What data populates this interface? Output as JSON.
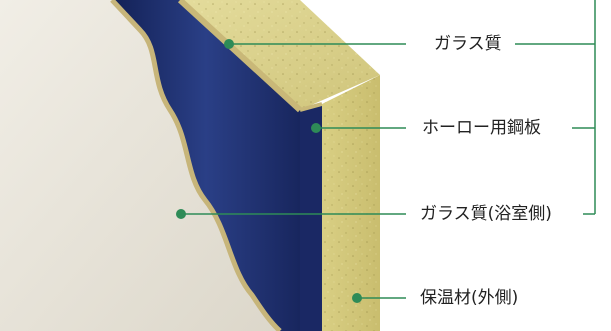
{
  "labels": {
    "glass_outer": "ガラス質",
    "enamel_steel": "ホーロー用鋼板",
    "glass_bath": "ガラス質(浴室側)",
    "insulation": "保温材(外側)"
  },
  "colors": {
    "leader_line": "#2e8b57",
    "enamel_blue": "#1f2f6f",
    "insulation": "#d9d08a",
    "glass_gold": "#b8a56a",
    "bath_wall": "#ece8de"
  }
}
